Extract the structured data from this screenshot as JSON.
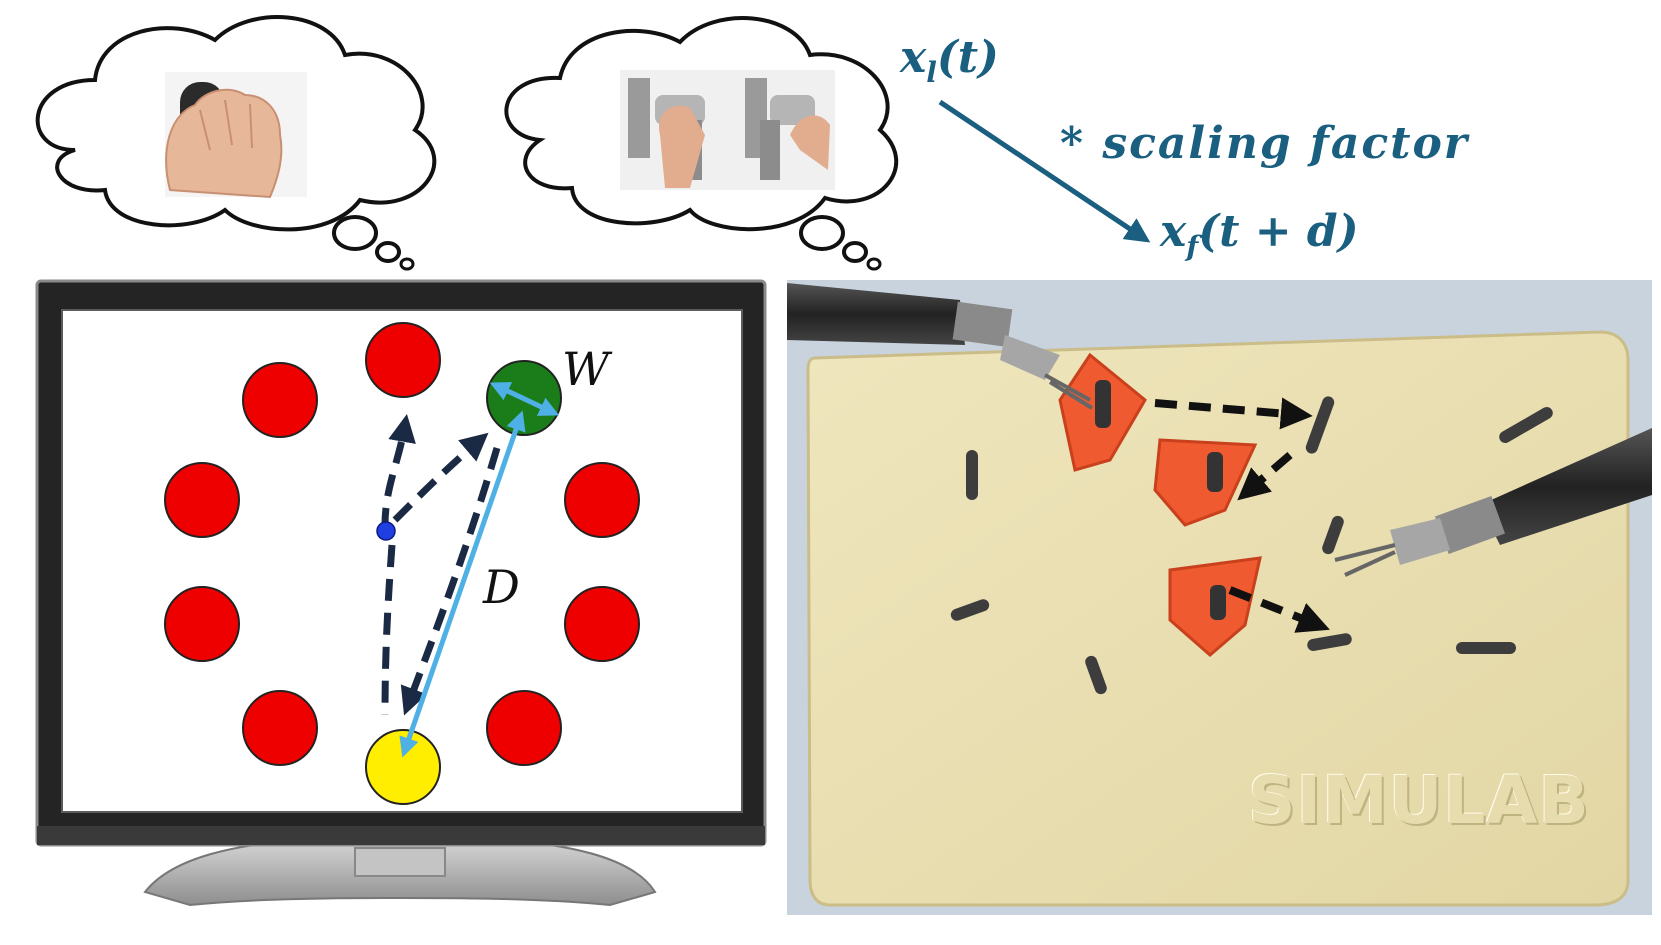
{
  "equations": {
    "leader_position": "x_l(t)",
    "leader_position_base": "x",
    "leader_position_sub": "l",
    "leader_position_arg": "(t)",
    "scaling": "* scaling factor",
    "follower_position_base": "x",
    "follower_position_sub": "f",
    "follower_position_arg": "(t + d)"
  },
  "labels": {
    "target_width": "W",
    "distance": "D"
  },
  "board_logo": "SIMULAB",
  "colors": {
    "equation_text": "#1a5e80",
    "target_red": "#ee0000",
    "target_green": "#1a7d1a",
    "target_yellow": "#ffee00",
    "cursor_blue": "#1f3fe0",
    "path_dark": "#1b2a44",
    "distance_arrow": "#4fb0e6",
    "peg_ring": "#f05a30"
  },
  "icons": [
    "thought-cloud-mouse",
    "thought-cloud-robot-console",
    "monitor",
    "surgical-board-photo"
  ]
}
